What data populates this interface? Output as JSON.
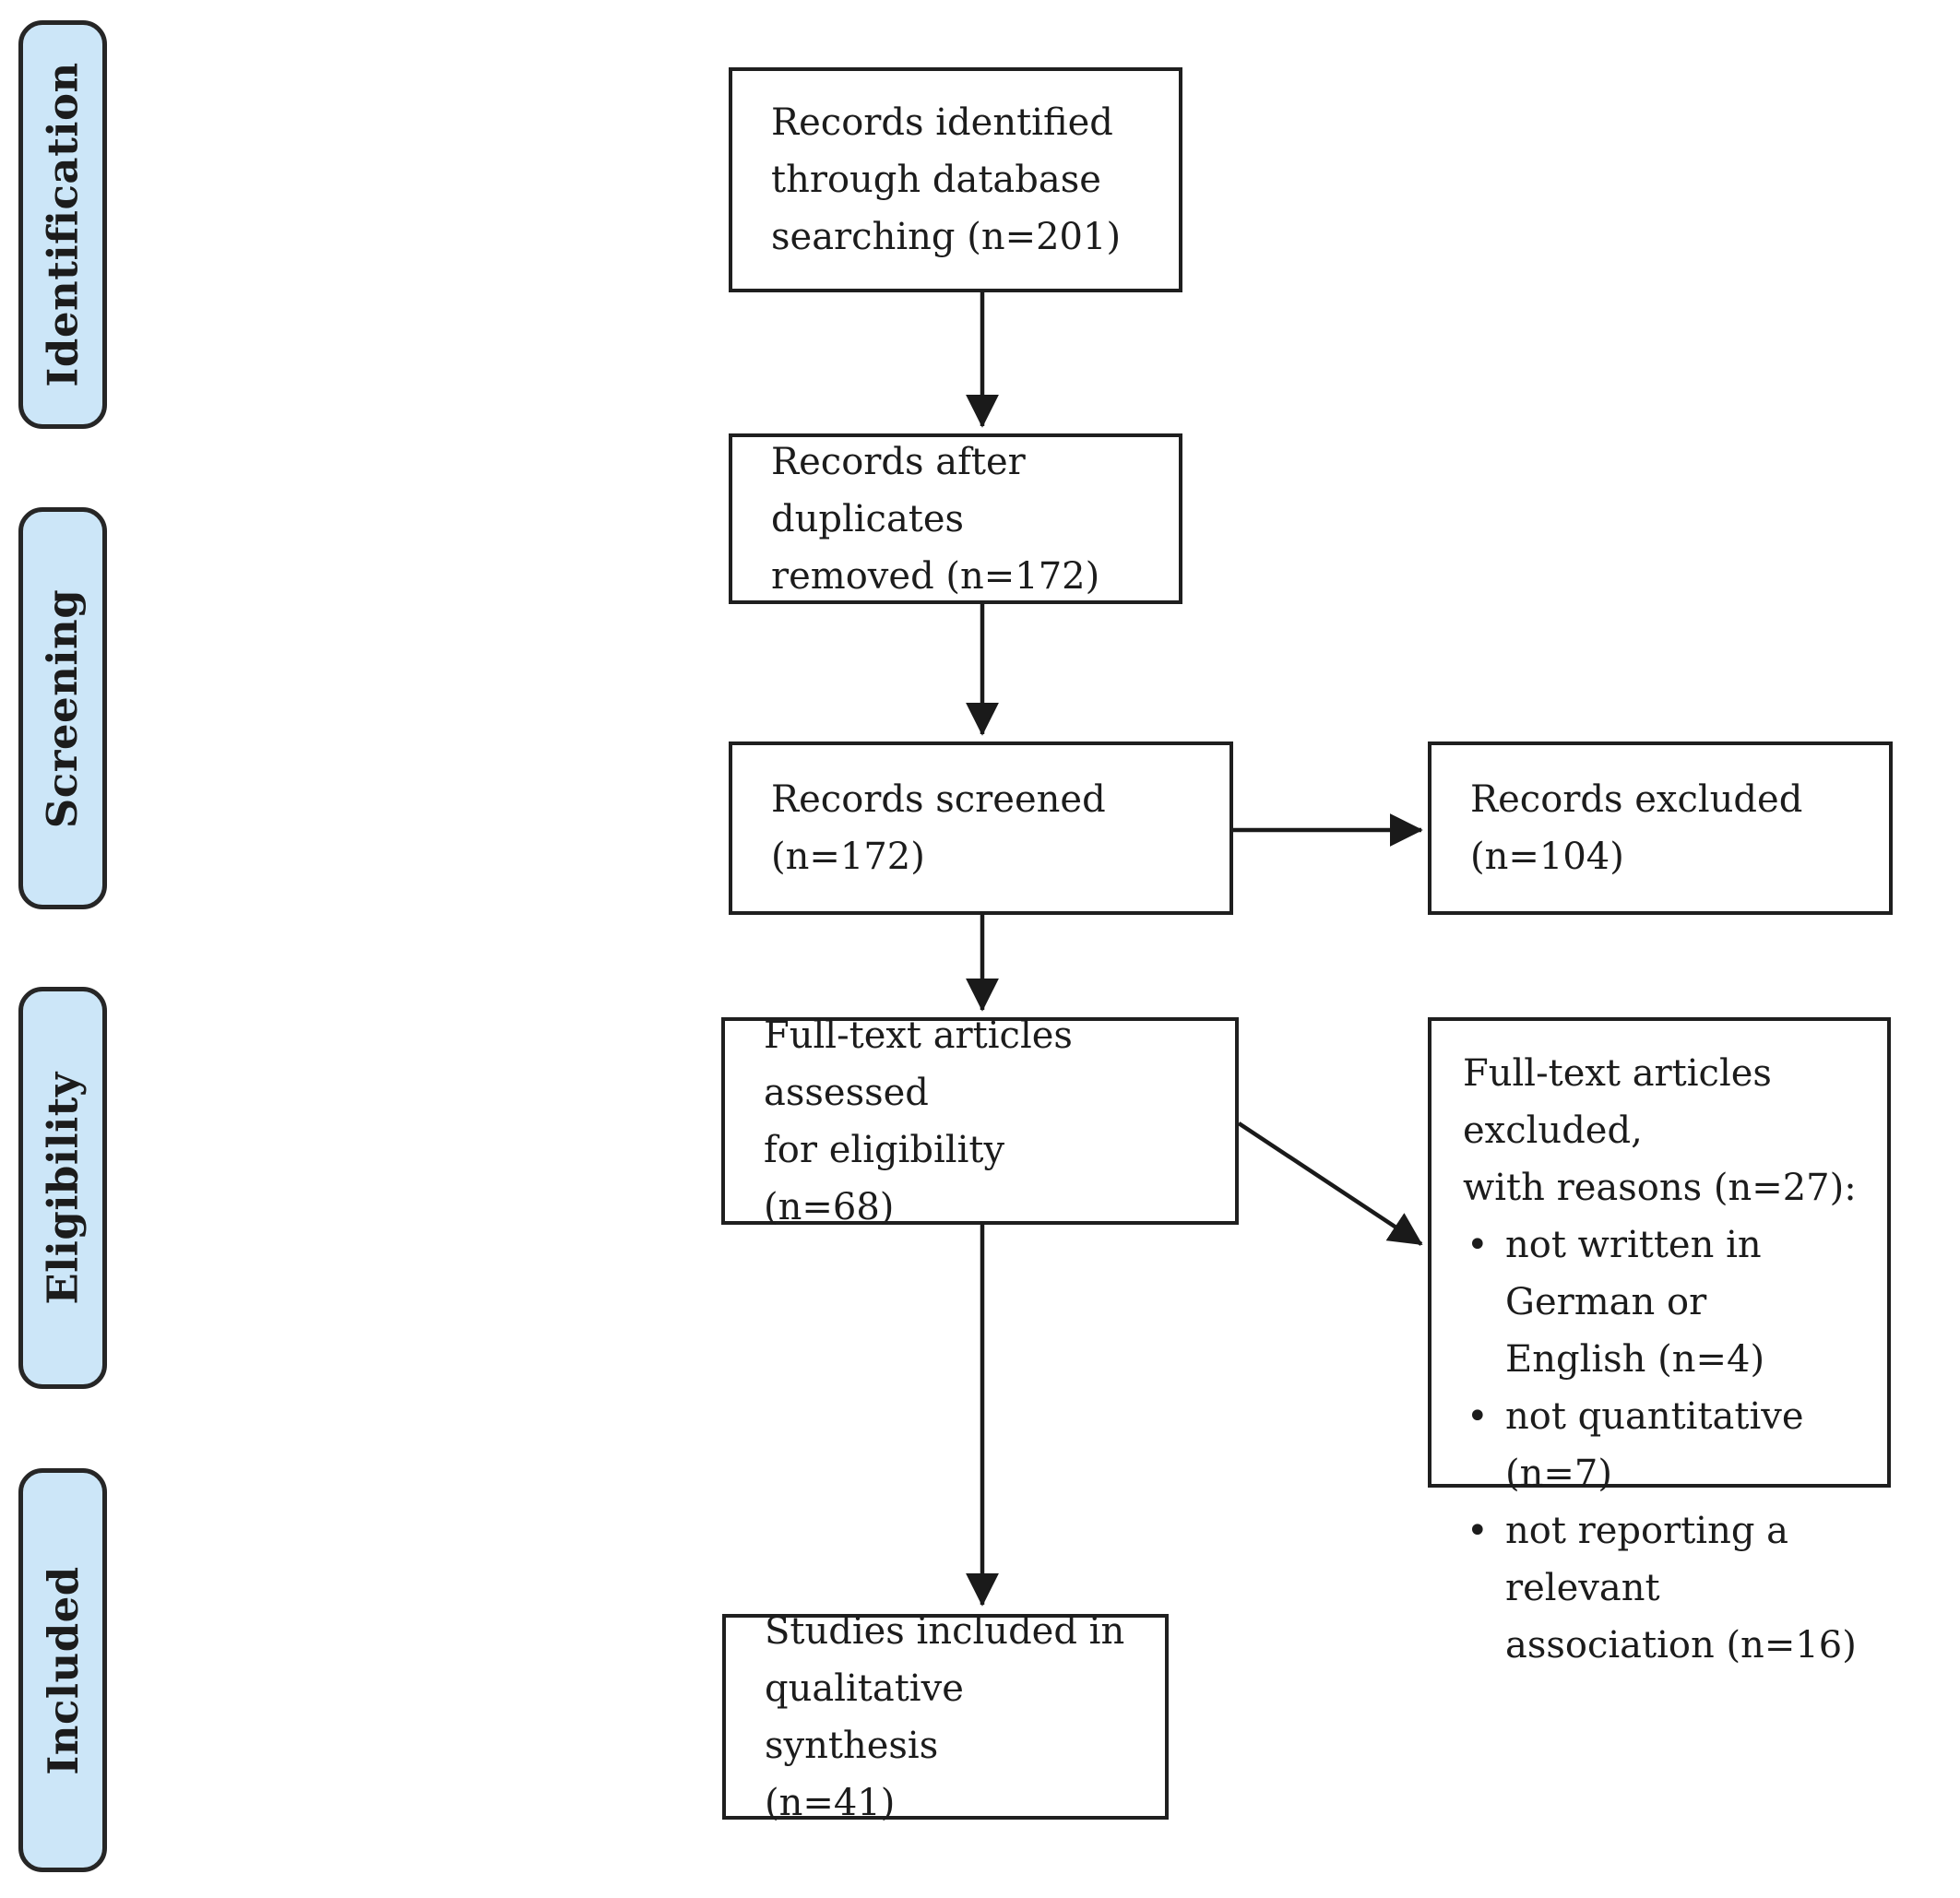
{
  "colors": {
    "stage_fill": "#cce6f8",
    "stage_border": "#262626",
    "box_border": "#1f1f1f",
    "arrow": "#1a1a1a",
    "text": "#1c1c1c",
    "background": "#ffffff"
  },
  "stages": [
    {
      "label": "Identification"
    },
    {
      "label": "Screening"
    },
    {
      "label": "Eligibility"
    },
    {
      "label": "Included"
    }
  ],
  "flow": {
    "records_identified": "Records identified\nthrough database\nsearching (n=201)",
    "records_after_duplicates": "Records after duplicates\nremoved (n=172)",
    "records_screened": "Records screened\n(n=172)",
    "records_excluded": "Records excluded\n(n=104)",
    "fulltext_assessed": "Full-text articles assessed\nfor eligibility\n(n=68)",
    "fulltext_excluded_title": "Full-text articles excluded,\nwith reasons (n=27):",
    "fulltext_excluded_reasons": [
      "not written in German or\nEnglish (n=4)",
      "not quantitative (n=7)",
      "not reporting a relevant\nassociation (n=16)"
    ],
    "studies_included": "Studies included in\nqualitative synthesis\n(n=41)"
  },
  "counts": {
    "identified": 201,
    "after_duplicates": 172,
    "screened": 172,
    "excluded_at_screening": 104,
    "fulltext_assessed": 68,
    "fulltext_excluded_total": 27,
    "excluded_not_german_or_english": 4,
    "excluded_not_quantitative": 7,
    "excluded_no_relevant_association": 16,
    "included_qualitative_synthesis": 41
  }
}
